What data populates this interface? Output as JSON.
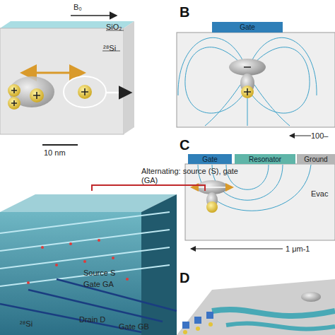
{
  "diagram": {
    "nodes": [
      {
        "text": [
          "Gate"
        ]
      },
      {
        "text": [
          "Gate"
        ]
      },
      {
        "text": [
          "Resonator"
        ]
      },
      {
        "text": [
          "Ground"
        ]
      }
    ],
    "labels": [
      "B₀",
      "SiO₂",
      "²⁸Si",
      "10 nm",
      "B",
      "100–",
      "C",
      "Evac",
      "1 μm-1",
      "D",
      "Alternating: source (S), gate (GA)",
      "Source S",
      "Gate GA",
      "²⁸Si",
      "Drain D",
      "Gate GB"
    ]
  }
}
